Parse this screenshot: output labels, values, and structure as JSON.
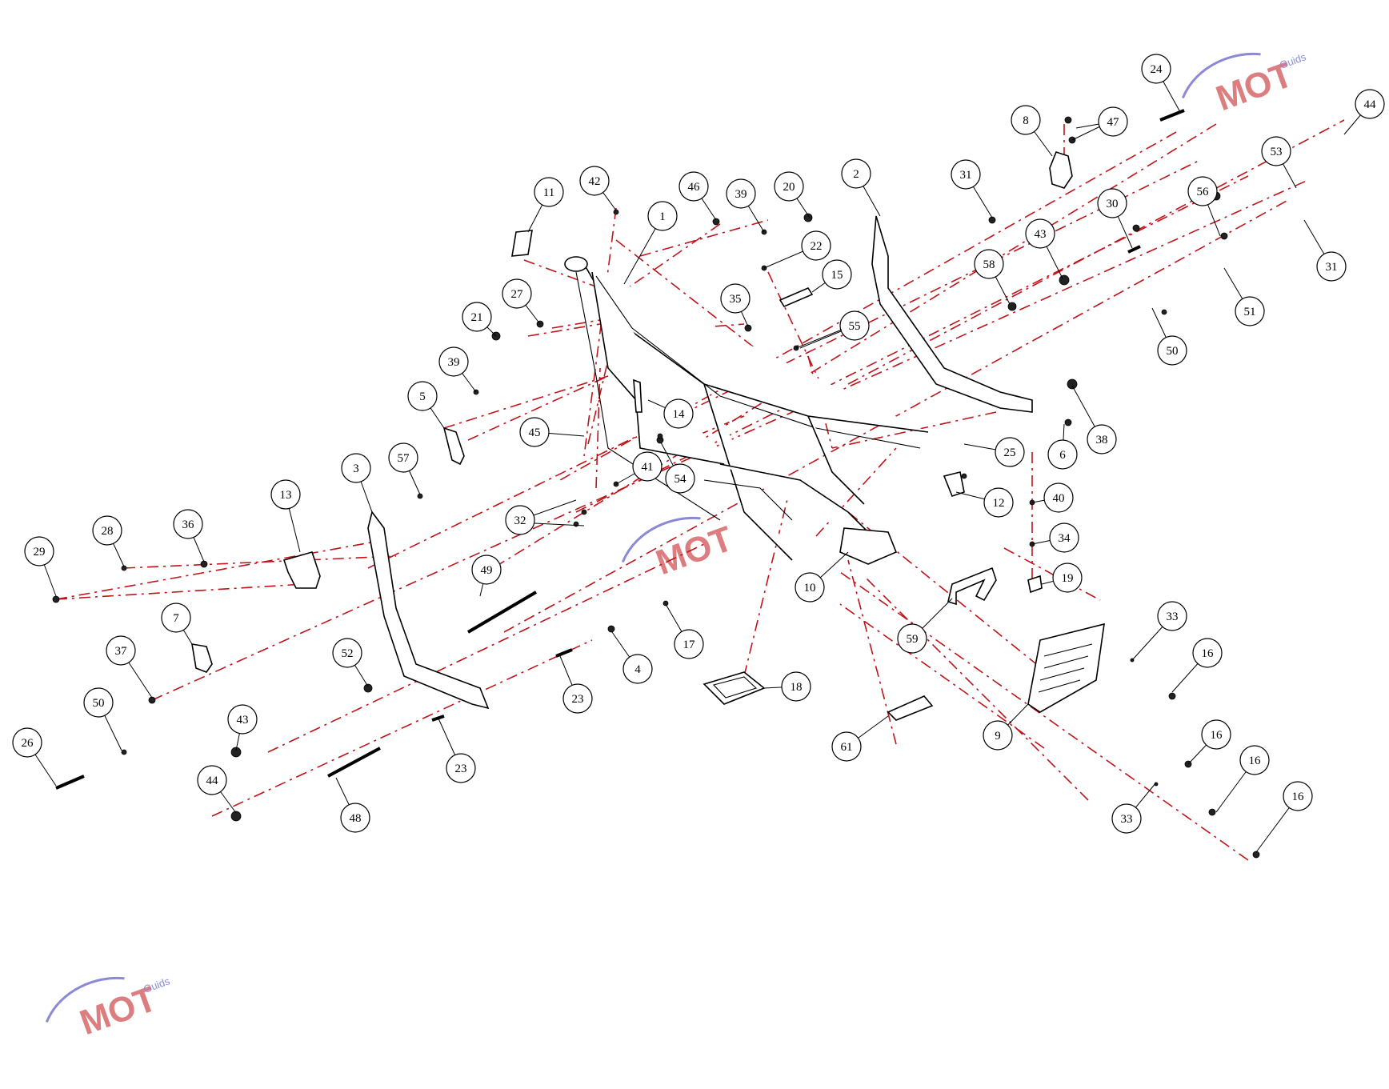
{
  "watermark": {
    "text": "MOT",
    "sub": "Guids",
    "colors": {
      "red": "#c0141a",
      "blue": "#2b2bb8",
      "gray": "#888888"
    }
  },
  "colors": {
    "leader": "#c0141a",
    "line": "#000000"
  },
  "callouts": [
    "1",
    "2",
    "3",
    "4",
    "5",
    "6",
    "7",
    "8",
    "9",
    "10",
    "11",
    "12",
    "13",
    "14",
    "15",
    "16",
    "16",
    "16",
    "16",
    "17",
    "18",
    "19",
    "20",
    "21",
    "22",
    "23",
    "23",
    "24",
    "25",
    "26",
    "27",
    "28",
    "29",
    "30",
    "31",
    "31",
    "32",
    "33",
    "33",
    "34",
    "35",
    "36",
    "37",
    "38",
    "39",
    "39",
    "40",
    "41",
    "42",
    "43",
    "43",
    "44",
    "44",
    "45",
    "46",
    "47",
    "48",
    "49",
    "50",
    "50",
    "51",
    "52",
    "53",
    "54",
    "55",
    "56",
    "57",
    "58",
    "59",
    "61"
  ]
}
